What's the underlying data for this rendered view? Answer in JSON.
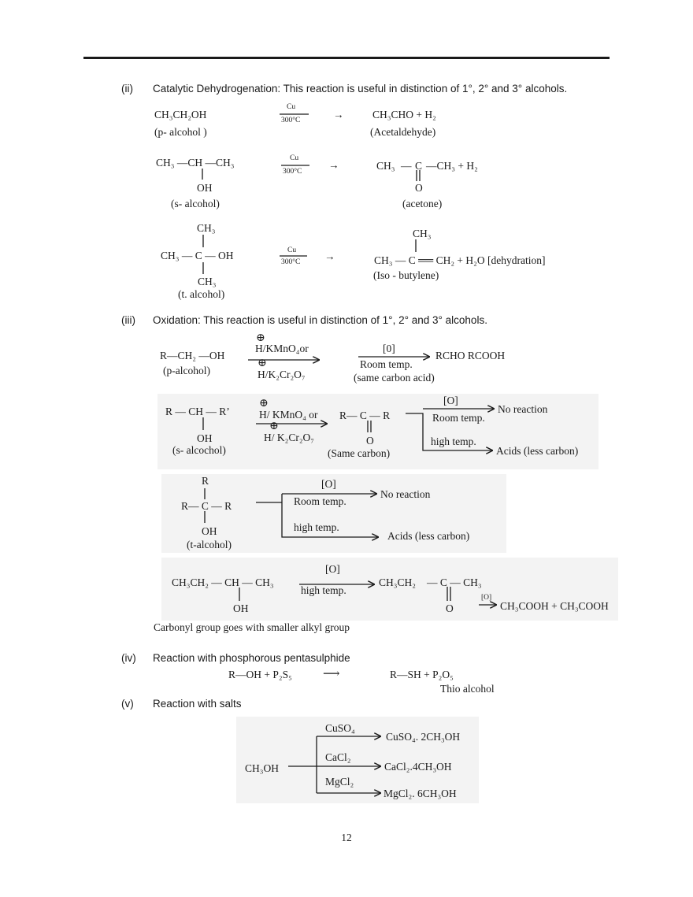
{
  "ii": {
    "num": "(ii)",
    "heading": "Catalytic Dehydrogenation:",
    "text": " This reaction is useful in distinction of 1°, 2° and 3° alcohols.",
    "cat": "Cu",
    "temp": "300°C",
    "arrow": "→",
    "r1": {
      "reactant": "CH₃CH₂OH",
      "reactant_name": "(p- alcohol )",
      "product": "CH₃CHO   + H₂",
      "product_name": "(Acetaldehyde)"
    },
    "r2": {
      "reactant": "CH₃  —CH  —CH₃",
      "oh": "OH",
      "reactant_name": "(s- alcohol)",
      "p_left": "CH₃",
      "p_c": "C",
      "p_right": "—CH₃ + H₂",
      "p_o": "O",
      "product_name": "(acetone)"
    },
    "r3": {
      "top": "CH₃",
      "mid": "CH₃ — C — OH",
      "bot": "CH₃",
      "reactant_name": "(t. alcohol)",
      "p_top": "CH₃",
      "p_main": "CH₃  — C ══ CH₂ + H₂O  [dehydration]",
      "product_name": "(Iso - butylene)"
    }
  },
  "iii": {
    "num": "(iii)",
    "heading": "Oxidation:",
    "text": " This reaction is useful in distinction of 1°, 2° and 3° alcohols.",
    "oplus": "⊕",
    "p": {
      "reactant": "R—CH₂ —OH",
      "name": "(p-alcohol)",
      "reag_top": "H/KMnO₄or",
      "reag_bot": "H/K₂Cr₂O₇",
      "o": "[0]",
      "cond": "Room temp.",
      "product": "RCHO RCOOH",
      "note": "(same carbon acid)"
    },
    "s": {
      "reactant": "R — CH — R’",
      "oh": "OH",
      "name": "(s- alcochol)",
      "reag_top": "H/ KMnO₄ or",
      "reag_bot": "H/ K₂Cr₂O₇",
      "ketone": "R— C — R",
      "ko": "O",
      "kname": "(Same carbon)",
      "o": "[O]",
      "room": "Room temp.",
      "nr": "No reaction",
      "high": "high temp.",
      "acids": "Acids (less carbon)"
    },
    "t": {
      "r_top": "R",
      "main": "R— C — R",
      "oh": "OH",
      "name": "(t-alcohol)",
      "o": "[O]",
      "room": "Room temp.",
      "nr": "No reaction",
      "high": "high temp.",
      "acids": "Acids (less carbon)"
    },
    "ex": {
      "reactant": "CH₃CH₂  — CH  — CH₃",
      "oh": "OH",
      "o": "[O]",
      "cond": "high temp.",
      "k_left": "CH₃CH₂",
      "k_c": "— C — CH₃",
      "k_o": "O",
      "o2": "[O]",
      "products": "CH₃COOH + CH₃COOH"
    },
    "note": "Carbonyl group goes with smaller alkyl group"
  },
  "iv": {
    "num": "(iv)",
    "heading": "Reaction with phosphorous pentasulphide",
    "eq_left": "R—OH + P₂S₅",
    "arrow": "⟶",
    "eq_right": "R—SH  +  P₂O₅",
    "name": "Thio alcohol"
  },
  "v": {
    "num": "(v)",
    "heading": "Reaction with salts",
    "reactant": "CH₃OH",
    "b1": "CuSO₄",
    "p1": "CuSO₄. 2CH₃OH",
    "b2": "CaCl₂",
    "p2": "CaCl₂.4CH₃OH",
    "b3": "MgCl₂",
    "p3": "MgCl₂. 6CH₃OH"
  },
  "page_number": "12"
}
